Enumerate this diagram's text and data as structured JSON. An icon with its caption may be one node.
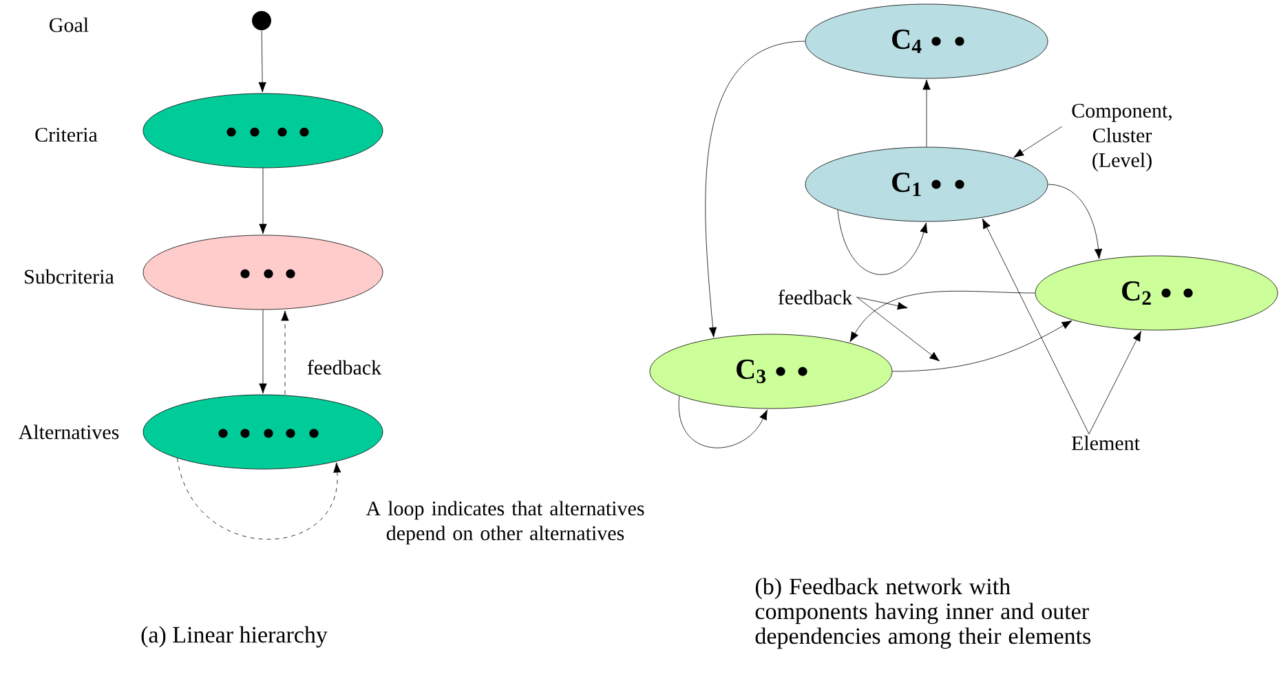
{
  "diagram": {
    "nodes": [
      {
        "text": [],
        "shape": "circle"
      },
      {
        "text": [
          "Criteria"
        ]
      },
      {
        "text": [
          "Subcriteria"
        ]
      },
      {
        "text": [
          "Alternatives"
        ]
      },
      {
        "text": [
          "C$_{4}$"
        ]
      },
      {
        "text": [
          "C$_{1}$"
        ]
      },
      {
        "text": [
          "C$_{2}$"
        ]
      },
      {
        "text": [
          "C$_{3}$"
        ]
      },
      {
        "text": [
          "Component, Cluster (Level)"
        ]
      },
      {
        "text": [
          "feedback"
        ]
      },
      {
        "text": [
          "Element"
        ]
      }
    ],
    "edges": [
      {
        "from": 0,
        "to": 1,
        "arrow": "to"
      },
      {
        "from": 1,
        "to": 2,
        "arrow": "to"
      },
      {
        "from": 2,
        "to": 3,
        "arrow": "to"
      },
      {
        "from": 3,
        "to": 2,
        "arrow": "to",
        "style": "dashed",
        "label": "feedback"
      },
      {
        "from": 3,
        "to": 3,
        "arrow": "to",
        "style": "dashed",
        "label": "A loop indicates that alternatives depend on other alternatives"
      },
      {
        "from": 5,
        "to": 4,
        "arrow": "to"
      },
      {
        "from": 4,
        "to": 7,
        "arrow": "to"
      },
      {
        "from": 5,
        "to": 6,
        "arrow": "to"
      },
      {
        "from": 5,
        "to": 5,
        "arrow": "to"
      },
      {
        "from": 6,
        "to": 7,
        "arrow": "to"
      },
      {
        "from": 7,
        "to": 6,
        "arrow": "to"
      },
      {
        "from": 7,
        "to": 7,
        "arrow": "to"
      },
      {
        "from": 8,
        "to": 5,
        "arrow": "to"
      },
      {
        "from": 9,
        "to": null,
        "arrow": "to"
      },
      {
        "from": 9,
        "to": null,
        "arrow": "to"
      },
      {
        "from": 10,
        "to": 5,
        "arrow": "to"
      },
      {
        "from": 10,
        "to": 6,
        "arrow": "to"
      }
    ],
    "labels": [
      "Goal",
      "(a) Linear hierarchy",
      "(b) Feedback network with components having inner and outer dependencies among their elements"
    ]
  }
}
